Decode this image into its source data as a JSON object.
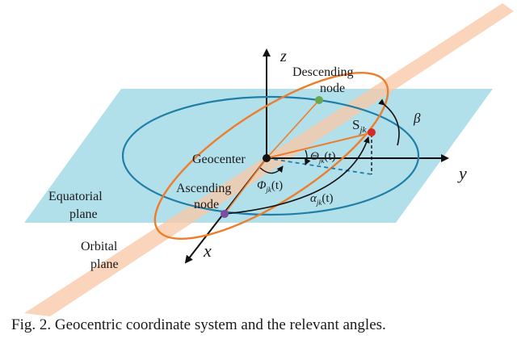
{
  "axes": {
    "x": "x",
    "y": "y",
    "z": "z"
  },
  "labels": {
    "descending_node_line1": "Descending",
    "descending_node_line2": "node",
    "geocenter": "Geocenter",
    "ascending_node_line1": "Ascending",
    "ascending_node_line2": "node",
    "equatorial_plane_line1": "Equatorial",
    "equatorial_plane_line2": "plane",
    "orbital_plane_line1": "Orbital",
    "orbital_plane_line2": "plane",
    "satellite": "S",
    "satellite_sub": "jk",
    "beta": "β",
    "theta_main": "Θ",
    "theta_sub": "jk",
    "theta_arg": "(t)",
    "phi_main": "Φ",
    "phi_sub": "jk",
    "phi_arg": "(t)",
    "alpha_main": "α",
    "alpha_sub": "jk",
    "alpha_arg": "(t)"
  },
  "caption": "Fig. 2.  Geocentric coordinate system and the relevant angles.",
  "colors": {
    "equatorial_plane": "#a9dbe8",
    "orbital_plane": "#f8c9a8",
    "equator_ellipse": "#1f7fa8",
    "orbit_ellipse": "#ee7d2a",
    "descending_node": "#6aa84f",
    "ascending_node": "#7b4fa0",
    "satellite": "#d42a2a",
    "geocenter": "#111111"
  }
}
